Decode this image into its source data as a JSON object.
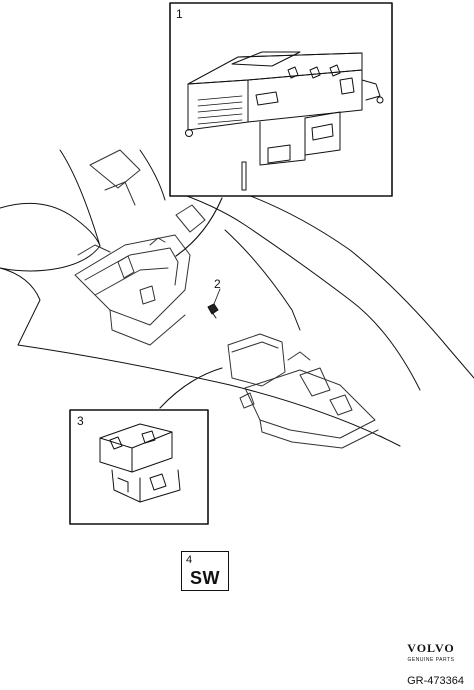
{
  "callouts": {
    "c1": "1",
    "c2": "2",
    "c3": "3",
    "c4": "4"
  },
  "service_box": {
    "label": "SW"
  },
  "brand": {
    "name": "VOLVO",
    "subtitle": "GENUINE PARTS"
  },
  "reference": "GR-473364",
  "colors": {
    "line": "#111111",
    "light_line": "#555555",
    "background": "#ffffff"
  }
}
